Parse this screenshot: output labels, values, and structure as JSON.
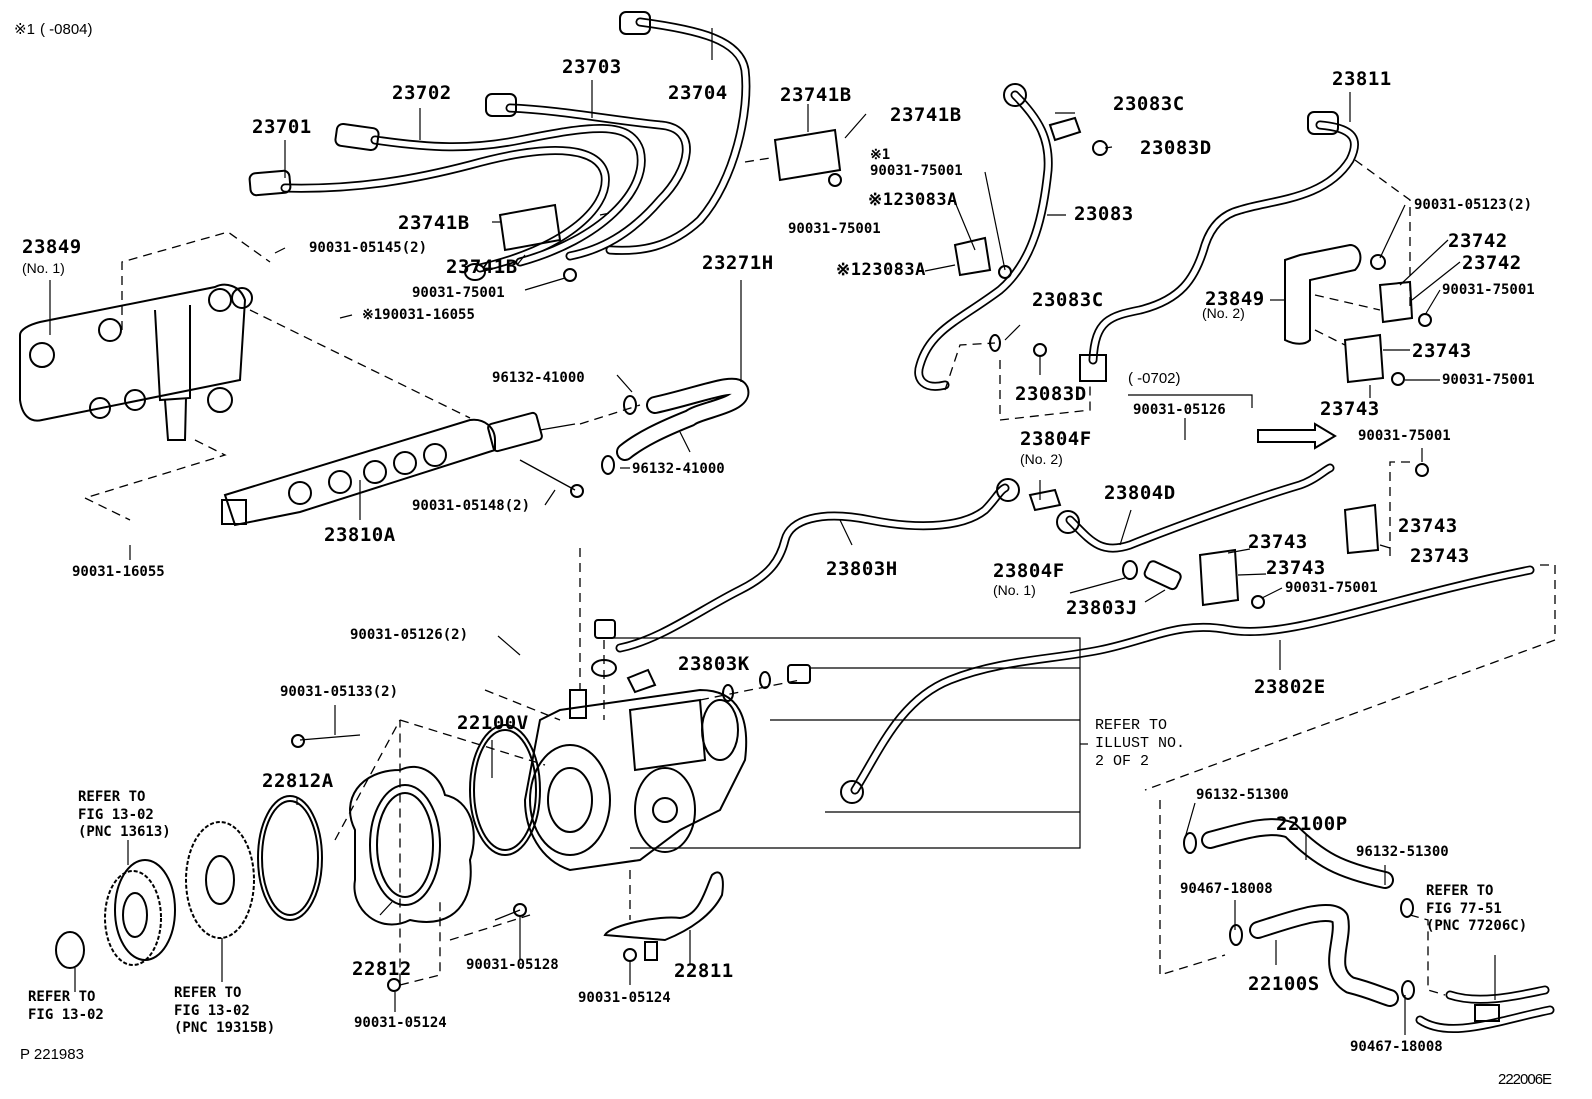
{
  "header": {
    "note_symbol": "※1",
    "note_range": "(      -0804)"
  },
  "footer": {
    "left_code": "P 221983",
    "right_code": "222006E"
  },
  "labels": {
    "p23701": "23701",
    "p23702": "23702",
    "p23703": "23703",
    "p23704": "23704",
    "p23741B_a": "23741B",
    "p23741B_b": "23741B",
    "p23741B_c": "23741B",
    "p23741B_d": "23741B",
    "p23849_1": "23849",
    "p23849_1_sub": "(No. 1)",
    "p90031_05145": "90031-05145(2)",
    "p90031_75001_a": "90031-75001",
    "p90031_16055_note": "※190031-16055",
    "note1_mark": "※1",
    "p90031_75001_b": "90031-75001",
    "p90031_75001_c": "90031-75001",
    "p23083A_a": "※123083A",
    "p23083A_b": "※123083A",
    "p23083C_a": "23083C",
    "p23083D_a": "23083D",
    "p23083": "23083",
    "p23083C_b": "23083C",
    "p23083D_b": "23083D",
    "p23811": "23811",
    "p90031_05123": "90031-05123(2)",
    "p23742_a": "23742",
    "p23742_b": "23742",
    "p23849_2": "23849",
    "p23849_2_sub": "(No. 2)",
    "p90031_75001_d": "90031-75001",
    "p23743_a": "23743",
    "p90031_75001_e": "90031-75001",
    "p23743_b": "23743",
    "p23271H": "23271H",
    "p96132_41000_a": "96132-41000",
    "p96132_41000_b": "96132-41000",
    "p90031_05148": "90031-05148(2)",
    "p23810A": "23810A",
    "p90031_16055": "90031-16055",
    "range_0702": "(      -0702)",
    "p90031_05126_a": "90031-05126",
    "p90031_75001_f": "90031-75001",
    "p23804F_2": "23804F",
    "p23804F_2_sub": "(No. 2)",
    "p23804D": "23804D",
    "p23803H": "23803H",
    "p23743_c": "23743",
    "p23743_d": "23743",
    "p23743_e": "23743",
    "p23743_f": "23743",
    "p23804F_1": "23804F",
    "p23804F_1_sub": "(No. 1)",
    "p23803J": "23803J",
    "p90031_75001_g": "90031-75001",
    "p90031_05126_b": "90031-05126(2)",
    "p23803K": "23803K",
    "p23802E": "23802E",
    "p90031_05133": "90031-05133(2)",
    "p22100V": "22100V",
    "p22812A": "22812A",
    "p22812": "22812",
    "p90031_05128": "90031-05128",
    "p22811": "22811",
    "p90031_05124_a": "90031-05124",
    "p90031_05124_b": "90031-05124",
    "p96132_51300_a": "96132-51300",
    "p22100P": "22100P",
    "p96132_51300_b": "96132-51300",
    "p90467_18008_a": "90467-18008",
    "p22100S": "22100S",
    "p90467_18008_b": "90467-18008"
  },
  "references": {
    "illust": "REFER TO\nILLUST NO.\n2 OF 2",
    "fig_13613": "REFER TO\nFIG 13-02\n(PNC 13613)",
    "fig_13_02": "REFER TO\nFIG 13-02",
    "fig_19315B": "REFER TO\nFIG 13-02\n(PNC 19315B)",
    "fig_77206C": "REFER TO\nFIG 77-51\n(PNC 77206C)"
  }
}
